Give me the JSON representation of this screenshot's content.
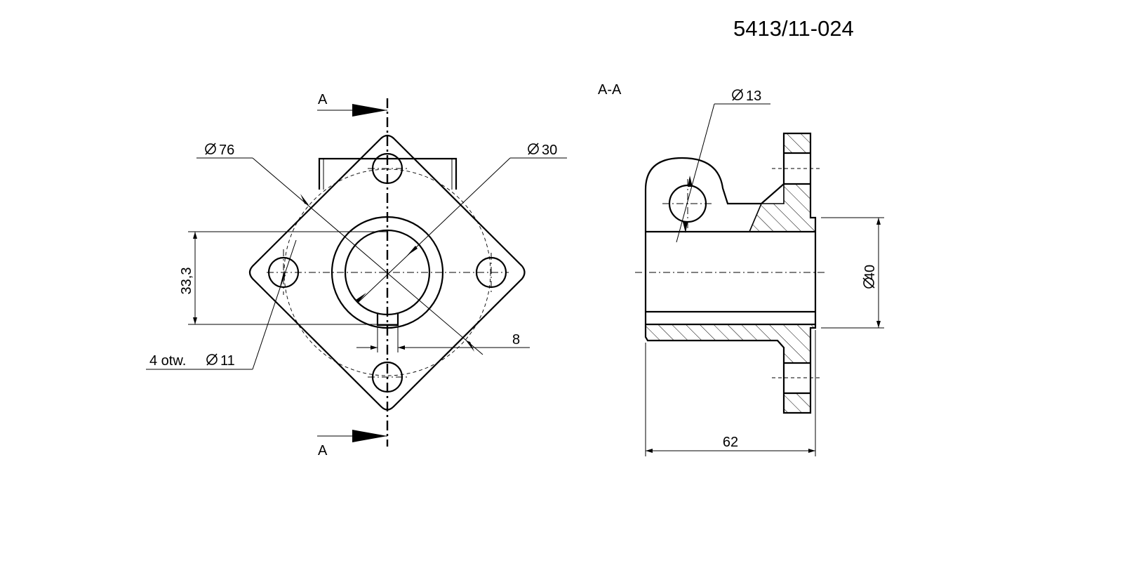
{
  "drawing_number": "5413/11-024",
  "front_view": {
    "section_letter_top": "A",
    "section_letter_bottom": "A",
    "dim_bolt_circle": "76",
    "dim_bore": "30",
    "dim_key_depth": "33,3",
    "dim_holes_prefix": "4 otw.",
    "dim_holes": "11",
    "dim_keyway": "8"
  },
  "section_view": {
    "label": "A-A",
    "dim_small_hole": "13",
    "dim_bore": "40",
    "dim_length": "62"
  }
}
